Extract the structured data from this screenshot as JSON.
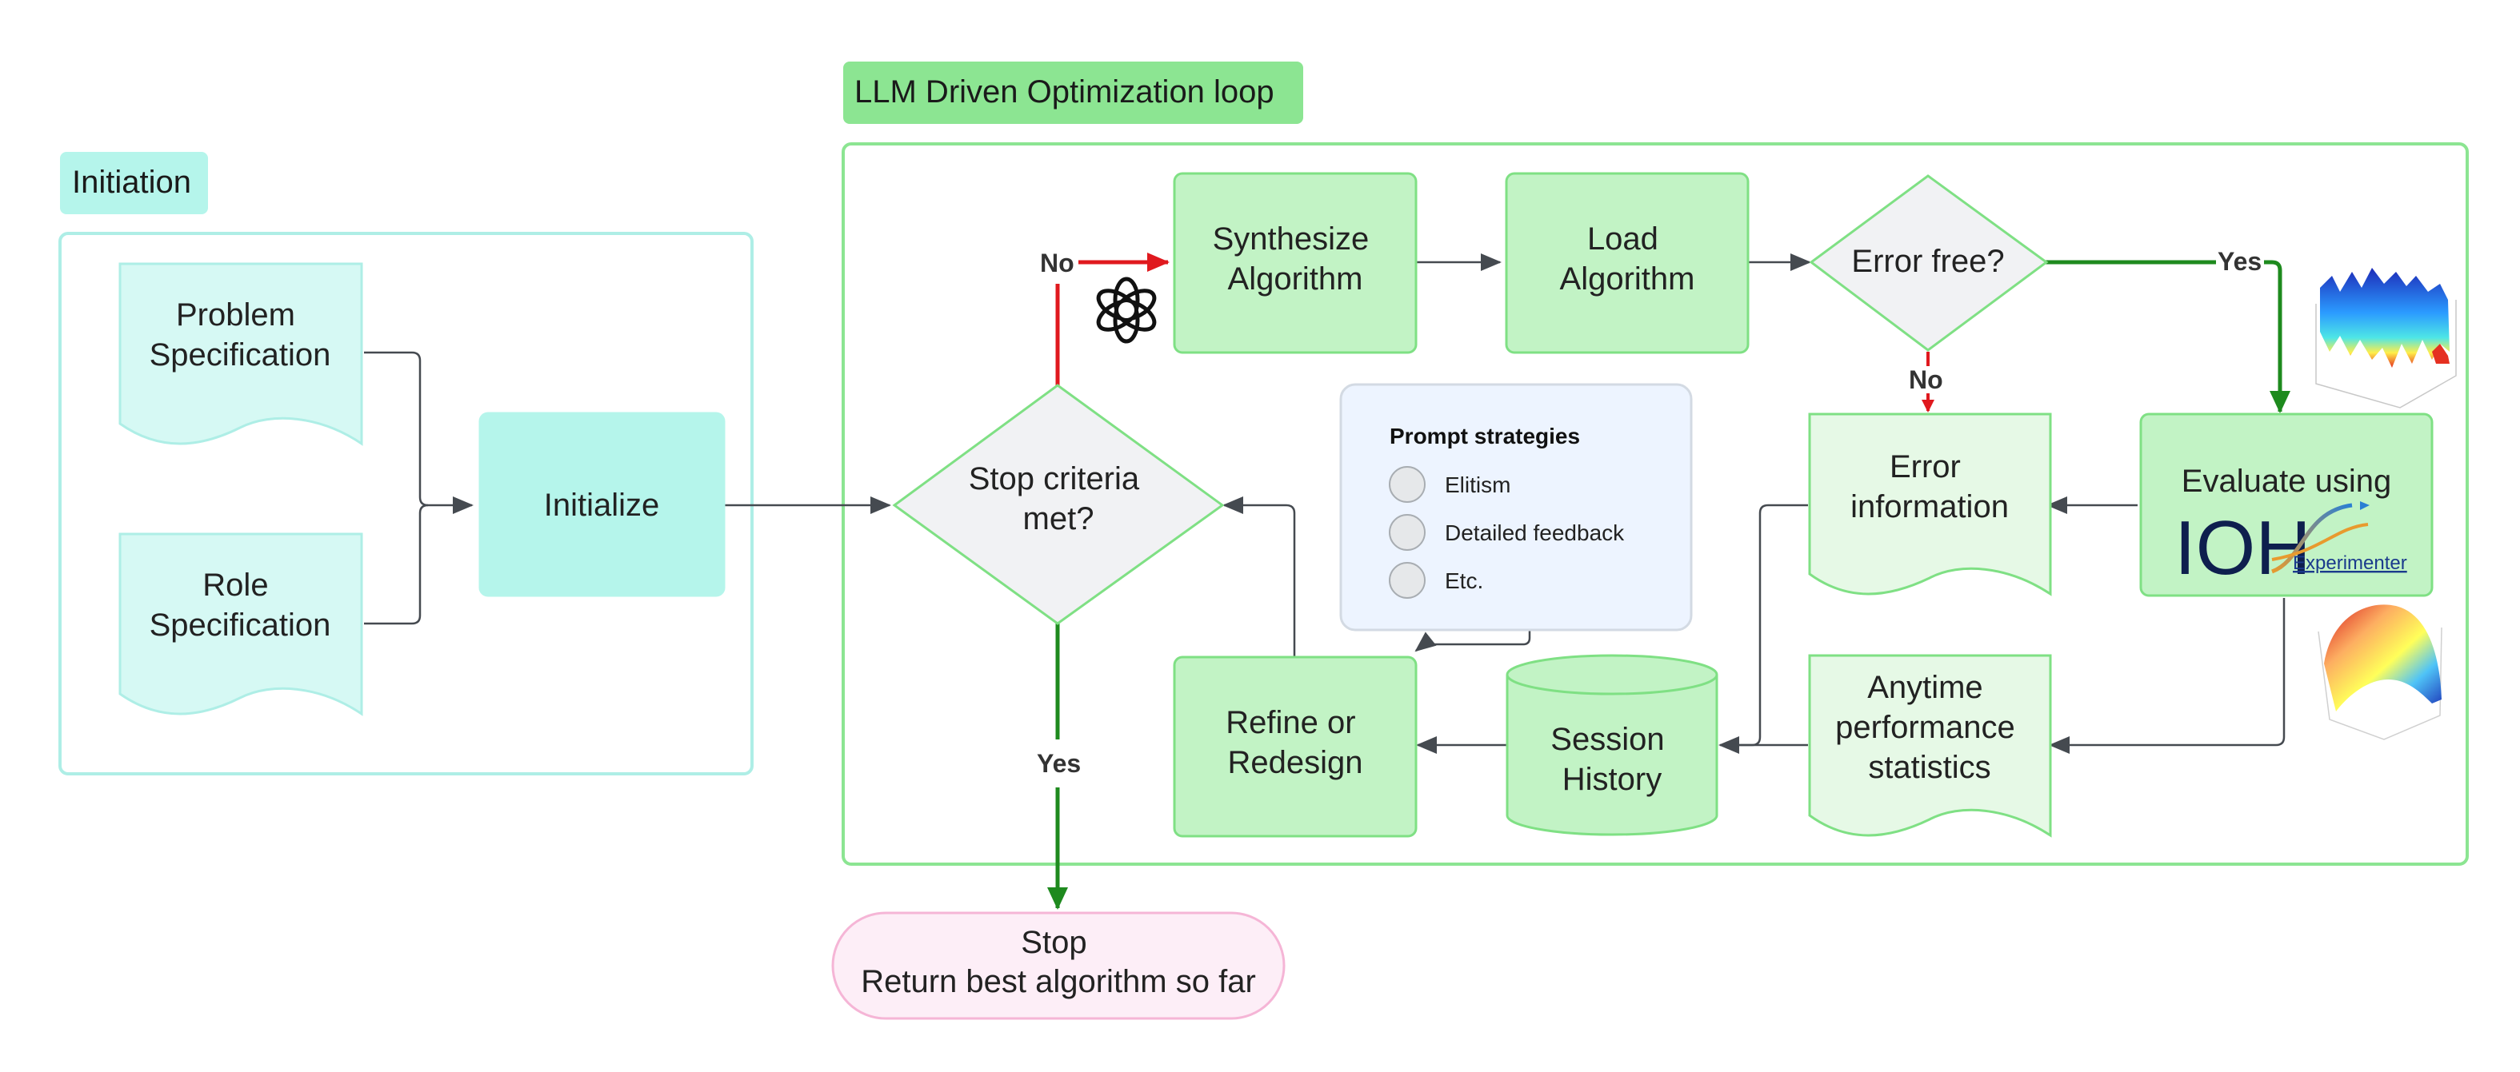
{
  "colors": {
    "teal_fill": "#b5f5eb",
    "teal_light": "#d6f9f4",
    "teal_border": "#aeeee6",
    "green_fill": "#c2f3c5",
    "green_light": "#e6f9e6",
    "green_border": "#7fe084",
    "green_title": "#8ce592",
    "gray_fill": "#f1f2f4",
    "blue_fill": "#edf4ff",
    "pink_fill": "#fdeef7",
    "pink_border": "#f5b5d6",
    "edge_gray": "#555a60",
    "edge_red": "#e0191e",
    "edge_green": "#1e8a1e"
  },
  "groups": {
    "initiation": "Initiation",
    "loop": "LLM Driven Optimization loop"
  },
  "nodes": {
    "problem_spec": [
      "Problem",
      "Specification"
    ],
    "role_spec": [
      "Role",
      "Specification"
    ],
    "initialize": [
      "Initialize"
    ],
    "stop_criteria": [
      "Stop criteria",
      "met?"
    ],
    "synthesize": [
      "Synthesize",
      "Algorithm"
    ],
    "load": [
      "Load",
      "Algorithm"
    ],
    "error_free": [
      "Error free?"
    ],
    "error_info": [
      "Error",
      "information"
    ],
    "evaluate": [
      "Evaluate using"
    ],
    "anytime": [
      "Anytime",
      "performance",
      "statistics"
    ],
    "session": [
      "Session",
      "History"
    ],
    "refine": [
      "Refine or",
      "Redesign"
    ],
    "stop": [
      "Stop",
      "Return best algorithm so far"
    ]
  },
  "prompt_strategies": {
    "title": "Prompt strategies",
    "items": [
      "Elitism",
      "Detailed feedback",
      "Etc."
    ]
  },
  "edge_labels": {
    "no_top": "No",
    "yes_top": "Yes",
    "no_error": "No",
    "yes_bottom": "Yes"
  },
  "logos": {
    "ioh_main": "IOH",
    "ioh_sub": "Experimenter",
    "llm_icon": "openai-logo-icon"
  }
}
